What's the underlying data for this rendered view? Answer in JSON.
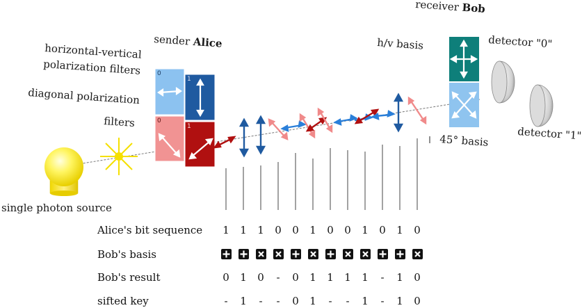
{
  "labels": {
    "receiver_prefix": "receiver",
    "receiver_name": "Bob",
    "sender_prefix": "sender",
    "sender_name": "Alice",
    "hv_filters_line1": "horizontal-vertical",
    "hv_filters_line2": "polarization filters",
    "diag_filters_line1": "diagonal polarization",
    "diag_filters_line2": "filters",
    "hv_basis": "h/v basis",
    "detector0": "detector \"0\"",
    "detector1": "detector \"1\"",
    "basis45": "45° basis",
    "source": "single photon source"
  },
  "filters": {
    "hv_0": "0",
    "hv_1": "1",
    "diag_0": "0",
    "diag_1": "1"
  },
  "rows": [
    {
      "label": "Alice's bit sequence",
      "type": "text",
      "values": [
        "1",
        "1",
        "1",
        "0",
        "0",
        "1",
        "0",
        "0",
        "1",
        "0",
        "1",
        "0"
      ]
    },
    {
      "label": "Bob's basis",
      "type": "basis",
      "values": [
        "plus",
        "plus",
        "cross",
        "cross",
        "plus",
        "cross",
        "plus",
        "cross",
        "cross",
        "plus",
        "plus",
        "cross"
      ]
    },
    {
      "label": "Bob's result",
      "type": "text",
      "values": [
        "0",
        "1",
        "0",
        "-",
        "0",
        "1",
        "1",
        "1",
        "1",
        "-",
        "1",
        "0"
      ]
    },
    {
      "label": "sifted key",
      "type": "text",
      "values": [
        "-",
        "1",
        "-",
        "-",
        "0",
        "1",
        "-",
        "-",
        "1",
        "-",
        "1",
        "0"
      ]
    }
  ],
  "colors": {
    "hv_light": "#8cc2f0",
    "hv_dark": "#1f5aa0",
    "diag_light": "#f19393",
    "diag_dark": "#b01010",
    "bob_hv": "#0e7f7a",
    "bob_diag": "#8fc4ef",
    "photon_blue": "#1f5aa0",
    "photon_red": "#d42020",
    "photon_pink": "#f08a8a",
    "photon_lightblue": "#2a7fd9"
  }
}
